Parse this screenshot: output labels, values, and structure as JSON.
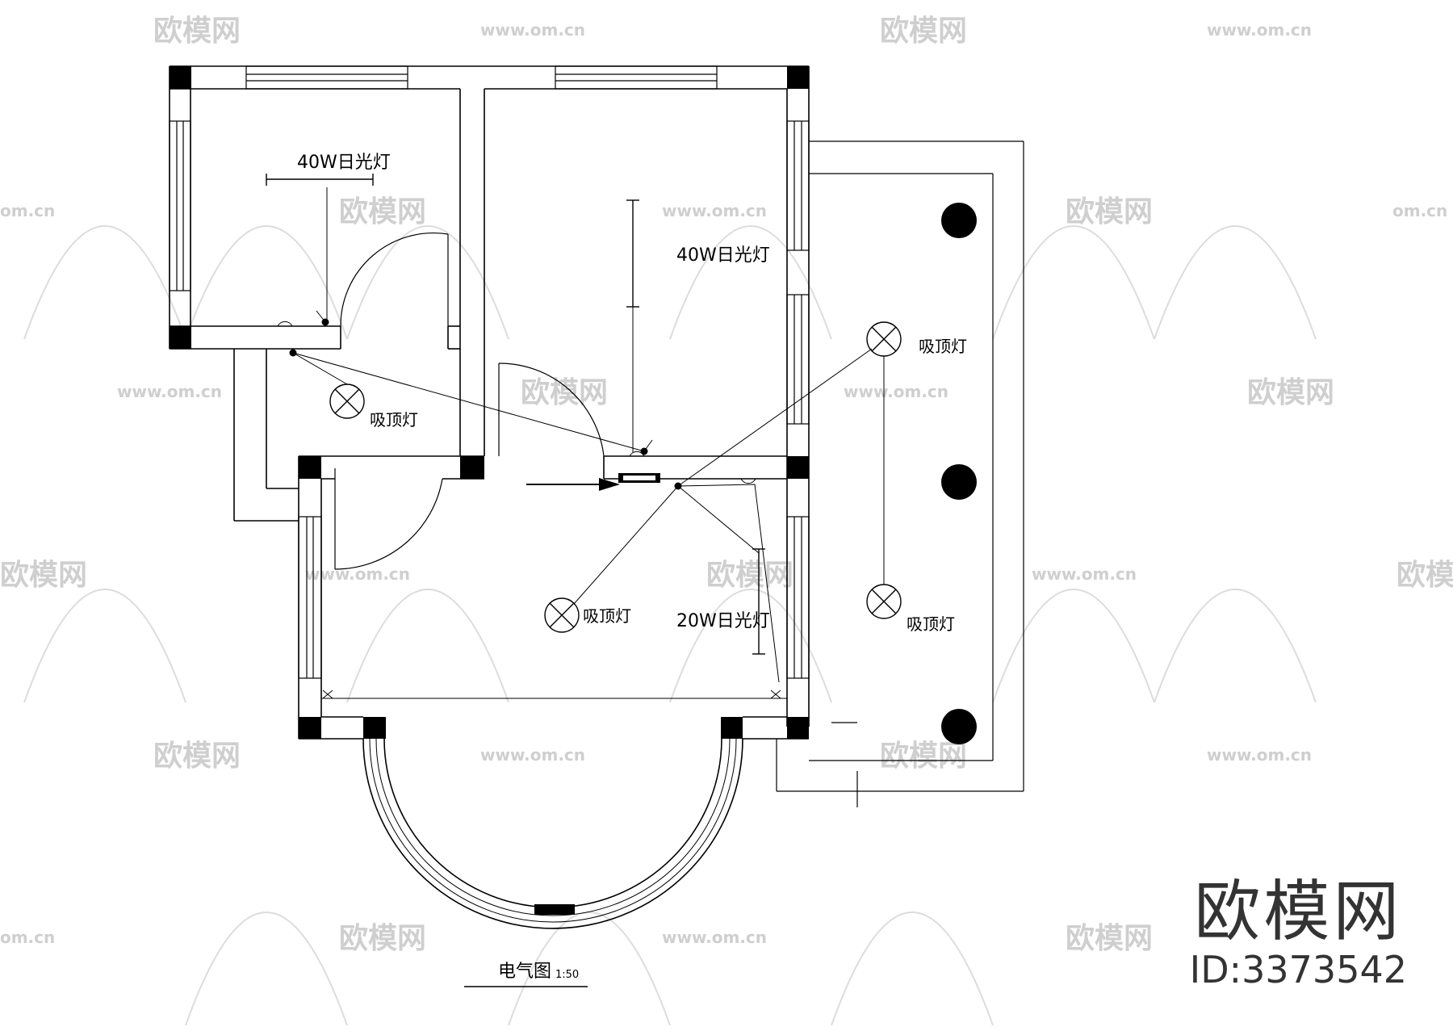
{
  "watermark": {
    "brand": "欧模网",
    "url": "www.om.cn",
    "partial_url": "om.cn"
  },
  "labels": {
    "fluorescent_40w_a": "40W日光灯",
    "fluorescent_40w_b": "40W日光灯",
    "fluorescent_20w": "20W日光灯",
    "ceiling_light": "吸顶灯"
  },
  "drawing": {
    "title": "电气图",
    "scale": "1:50"
  },
  "brand": {
    "name": "欧模网",
    "id": "ID:3373542"
  },
  "colors": {
    "line": "#000000",
    "watermark": "#c8c8c8",
    "background": "#ffffff"
  }
}
